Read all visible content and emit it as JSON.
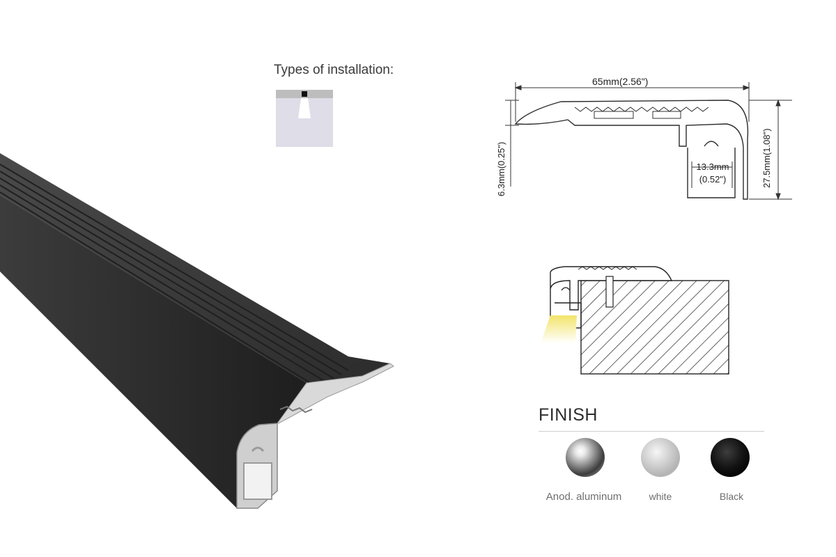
{
  "install": {
    "title": "Types of installation:"
  },
  "dimensions": {
    "width": "65mm(2.56\")",
    "lip": "6.3mm(0.25\")",
    "height": "27.5mm(1.08\")",
    "channel_mm": "13.3mm",
    "channel_in": "(0.52\")"
  },
  "finish": {
    "title": "FINISH",
    "options": [
      {
        "label": "Anod. aluminum",
        "color": "#9a9a9a"
      },
      {
        "label": "white",
        "color": "#c8c8c8"
      },
      {
        "label": "Black",
        "color": "#0d0d0d"
      }
    ]
  },
  "colors": {
    "profile": "#3a3a3a",
    "light": "#f2e46a",
    "line": "#2b2b2b"
  }
}
